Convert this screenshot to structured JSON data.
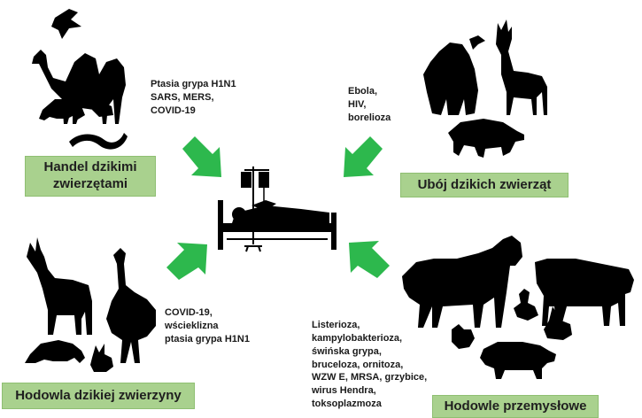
{
  "sources": [
    {
      "id": "wildlife-trade",
      "label": "Handel dzikimi\nzwierzętami",
      "diseases": "Ptasia grypa H1N1\nSARS, MERS,\nCOVID-19"
    },
    {
      "id": "wild-slaughter",
      "label": "Ubój dzikich zwierząt",
      "diseases": "Ebola,\nHIV,\nborelioza"
    },
    {
      "id": "wild-game-farming",
      "label": "Hodowla dzikiej zwierzyny",
      "diseases": "COVID-19,\nwścieklizna\nptasia grypa H1N1"
    },
    {
      "id": "industrial-farming",
      "label": "Hodowle przemysłowe",
      "diseases": "Listerioza,\nkampylobakterioza,\nświńska grypa,\nbruceloza, ornitoza,\nWZW E, MRSA, grzybice,\nwirus Hendra,\ntoksoplazmoza"
    }
  ],
  "colors": {
    "arrow": "#2db84d",
    "box": "#a9d18e",
    "silhouette": "#000000"
  },
  "center": {
    "icon": "hospital-bed-icon"
  }
}
